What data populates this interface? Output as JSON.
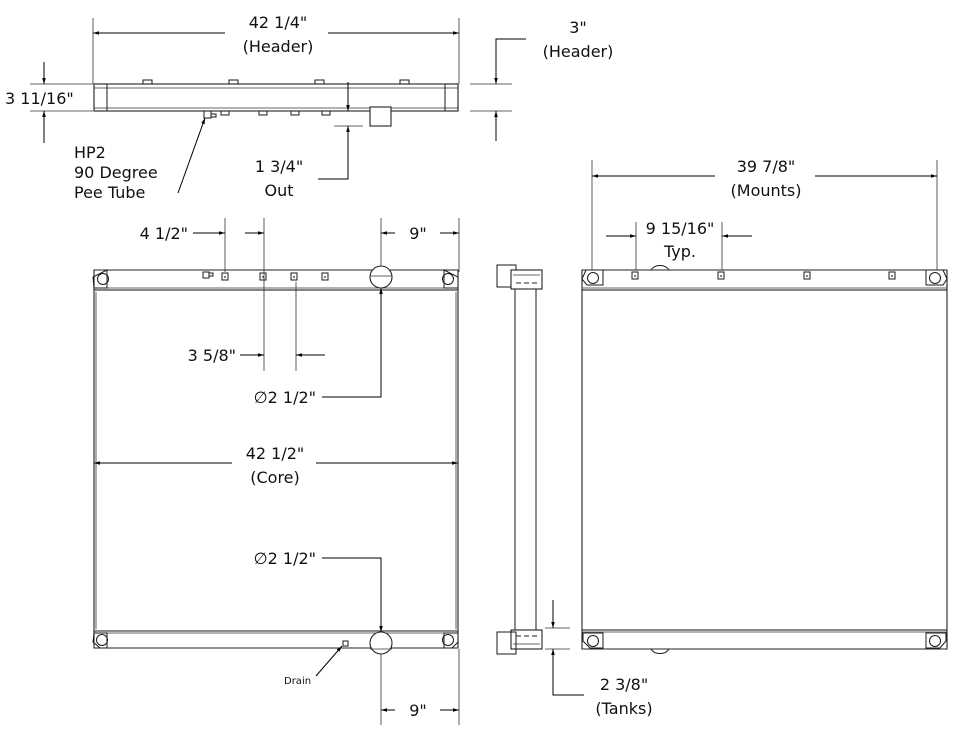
{
  "drawing": {
    "title": "Radiator dimensional drawing",
    "views": [
      "top-view",
      "front-view",
      "side-view",
      "rear-view"
    ],
    "line_color": "#1a1a1a",
    "background": "#ffffff"
  },
  "top_view": {
    "header_width": {
      "value": "42 1/4\"",
      "label": "(Header)"
    },
    "header_depth_right": {
      "value": "3\"",
      "label": "(Header)"
    },
    "header_depth_left": {
      "value": "3 11/16\""
    },
    "outlet_offset": {
      "value": "1 3/4\"",
      "label": "Out"
    },
    "callout_hp2": {
      "line1": "HP2",
      "line2": "90 Degree",
      "line3": "Pee Tube"
    }
  },
  "front_view": {
    "spacing_a": {
      "value": "4 1/2\""
    },
    "spacing_b": {
      "value": "3 5/8\""
    },
    "inlet_offset_top": {
      "value": "9\""
    },
    "inlet_diameter_top": {
      "value": "∅2 1/2\""
    },
    "core_width": {
      "value": "42 1/2\"",
      "label": "(Core)"
    },
    "outlet_diameter_bottom": {
      "value": "∅2 1/2\""
    },
    "outlet_offset_bottom": {
      "value": "9\""
    },
    "drain_label": "Drain"
  },
  "side_view": {
    "tank_height": {
      "value": "2 3/8\"",
      "label": "(Tanks)"
    }
  },
  "rear_view": {
    "mounts_width": {
      "value": "39 7/8\"",
      "label": "(Mounts)"
    },
    "bracket_spacing": {
      "value": "9 15/16\"",
      "label": "Typ."
    }
  }
}
